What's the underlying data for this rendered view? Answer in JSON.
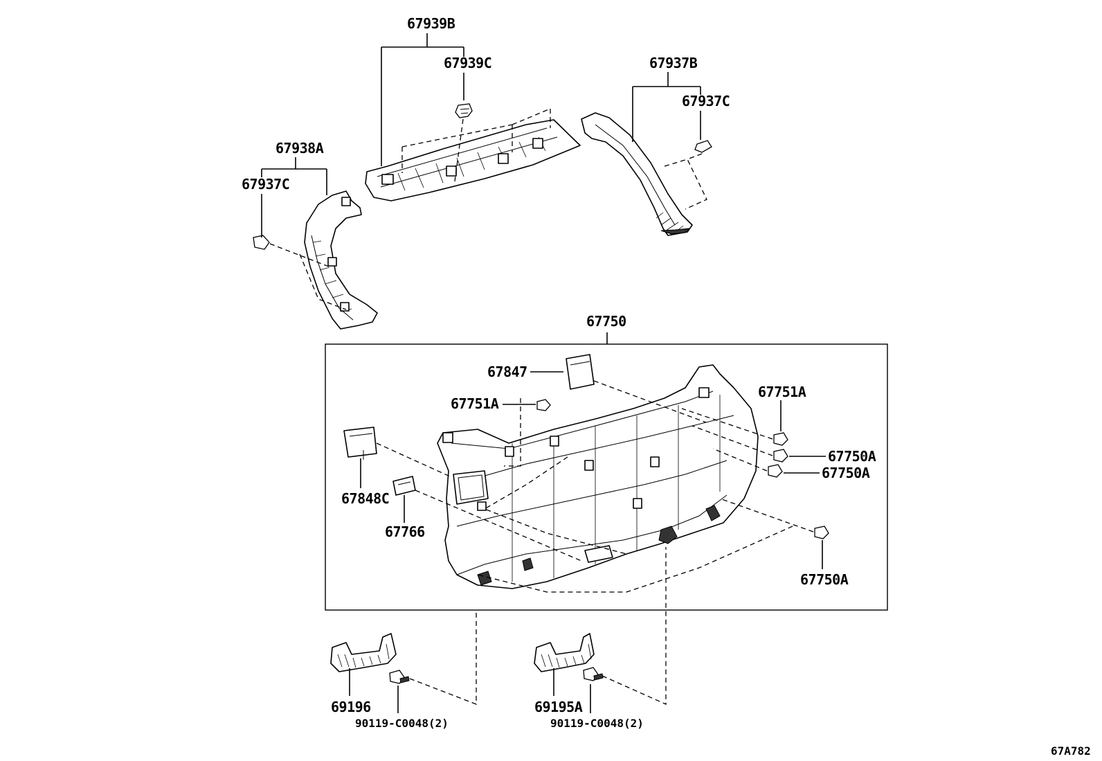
{
  "labels": {
    "p67939B": "67939B",
    "p67939C": "67939C",
    "p67937B": "67937B",
    "p67937C_top": "67937C",
    "p67938A": "67938A",
    "p67937C_left": "67937C",
    "p67750": "67750",
    "p67847": "67847",
    "p67751A_left": "67751A",
    "p67751A_right": "67751A",
    "p67750A_1": "67750A",
    "p67750A_2": "67750A",
    "p67750A_3": "67750A",
    "p67848C": "67848C",
    "p67766": "67766",
    "p69196": "69196",
    "p69195A": "69195A",
    "p90119_left": "90119-C0048(2)",
    "p90119_right": "90119-C0048(2)",
    "diagram_id": "67A782"
  }
}
